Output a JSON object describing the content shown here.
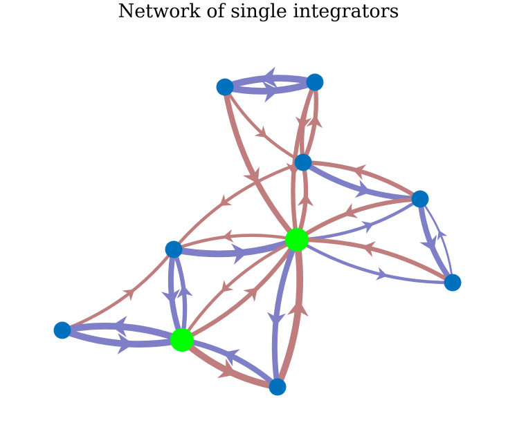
{
  "title": "Network of single integrators",
  "colors": {
    "background": "#ffffff",
    "edge_blue": "#7f7fc7",
    "edge_red": "#c07d7d",
    "node_blue": "#0072bd",
    "node_green": "#00ff00",
    "title_text": "#000000"
  },
  "nodes": [
    {
      "id": "A",
      "color": "blue"
    },
    {
      "id": "B",
      "color": "blue"
    },
    {
      "id": "C",
      "color": "blue"
    },
    {
      "id": "D",
      "color": "blue"
    },
    {
      "id": "E",
      "color": "green"
    },
    {
      "id": "F",
      "color": "blue"
    },
    {
      "id": "G",
      "color": "blue"
    },
    {
      "id": "H",
      "color": "blue"
    },
    {
      "id": "I",
      "color": "green"
    },
    {
      "id": "J",
      "color": "blue"
    }
  ],
  "edges": [
    {
      "from": "A",
      "to": "B",
      "color": "blue",
      "weight": 5
    },
    {
      "from": "B",
      "to": "A",
      "color": "blue",
      "weight": 5
    },
    {
      "from": "A",
      "to": "E",
      "color": "red",
      "weight": 4
    },
    {
      "from": "A",
      "to": "C",
      "color": "red",
      "weight": 2
    },
    {
      "from": "B",
      "to": "C",
      "color": "red",
      "weight": 3
    },
    {
      "from": "B",
      "to": "E",
      "color": "red",
      "weight": 3
    },
    {
      "from": "C",
      "to": "B",
      "color": "red",
      "weight": 3
    },
    {
      "from": "C",
      "to": "D",
      "color": "blue",
      "weight": 4
    },
    {
      "from": "D",
      "to": "C",
      "color": "red",
      "weight": 3
    },
    {
      "from": "C",
      "to": "F",
      "color": "red",
      "weight": 2
    },
    {
      "from": "E",
      "to": "C",
      "color": "red",
      "weight": 3
    },
    {
      "from": "D",
      "to": "G",
      "color": "blue",
      "weight": 4
    },
    {
      "from": "G",
      "to": "D",
      "color": "blue",
      "weight": 1
    },
    {
      "from": "E",
      "to": "D",
      "color": "blue",
      "weight": 2
    },
    {
      "from": "D",
      "to": "E",
      "color": "red",
      "weight": 3
    },
    {
      "from": "G",
      "to": "E",
      "color": "red",
      "weight": 3
    },
    {
      "from": "E",
      "to": "G",
      "color": "blue",
      "weight": 2
    },
    {
      "from": "F",
      "to": "E",
      "color": "blue",
      "weight": 5
    },
    {
      "from": "E",
      "to": "F",
      "color": "red",
      "weight": 2
    },
    {
      "from": "F",
      "to": "I",
      "color": "blue",
      "weight": 4
    },
    {
      "from": "I",
      "to": "F",
      "color": "blue",
      "weight": 3
    },
    {
      "from": "H",
      "to": "F",
      "color": "red",
      "weight": 2
    },
    {
      "from": "H",
      "to": "I",
      "color": "blue",
      "weight": 5
    },
    {
      "from": "I",
      "to": "H",
      "color": "blue",
      "weight": 5
    },
    {
      "from": "I",
      "to": "E",
      "color": "red",
      "weight": 3
    },
    {
      "from": "E",
      "to": "I",
      "color": "red",
      "weight": 2
    },
    {
      "from": "I",
      "to": "J",
      "color": "red",
      "weight": 5
    },
    {
      "from": "J",
      "to": "I",
      "color": "blue",
      "weight": 4
    },
    {
      "from": "J",
      "to": "E",
      "color": "red",
      "weight": 5
    },
    {
      "from": "E",
      "to": "J",
      "color": "blue",
      "weight": 4
    }
  ]
}
